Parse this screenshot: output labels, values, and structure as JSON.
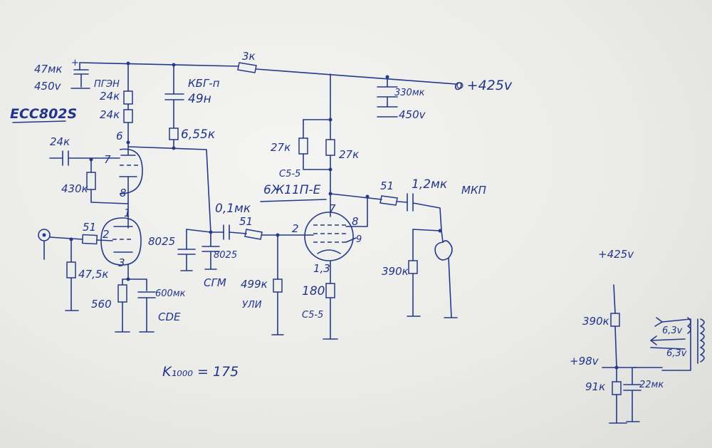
{
  "labels": {
    "cap_in_value": "47мк",
    "cap_in_voltage": "450v",
    "cap_in_type": "ПГЭН",
    "r1": "24к",
    "r2": "24к",
    "tube1": "ECC802S",
    "pin6": "6",
    "pin7": "7",
    "pin8": "8",
    "pin1": "1",
    "pin2": "2",
    "pin3": "3",
    "cap_grid": "24к",
    "r_grid": "430к",
    "r_in_series": "51",
    "r_in_gnd": "47,5к",
    "r_cath": "560",
    "cap_cath": "600мк",
    "cap_cath_type": "CDE",
    "cap_boot_type": "КБГ-п",
    "cap_boot_value": "49н",
    "r_plate": "6,55к",
    "r_supply": "3к",
    "supply_voltage": "o +425v",
    "cap_supply": "330мк",
    "cap_supply_voltage": "450v",
    "r_screen_left": "27к",
    "r_screen_right": "27к",
    "r_screen_type": "C5-5",
    "tube2": "6Ж11П-Е",
    "pin2b": "2",
    "pin7b": "7",
    "pin8b": "8",
    "pin9": "9",
    "pin13": "1,3",
    "cap_couple": "0,1мк",
    "cap_couple_ref": "8025",
    "cap_couple_type": "СГМ",
    "cap_tube_ref": "8025",
    "r_grid2_series": "51",
    "r_grid2_gnd": "499к",
    "r_grid2_type": "УЛИ",
    "r_cath2": "180",
    "r_cath2_type": "C5-5",
    "r_out_series": "51",
    "cap_out": "1,2мк",
    "cap_out_type": "МКП",
    "r_out_gnd": "390к",
    "gain": "K₁₀₀₀ = 175",
    "heater_supply": "+425v",
    "heater_r_top": "390к",
    "heater_mid_voltage": "+98v",
    "heater_r_bottom": "91к",
    "heater_cap": "22мк",
    "heater_v1": "6,3v",
    "heater_v2": "6,3v"
  }
}
